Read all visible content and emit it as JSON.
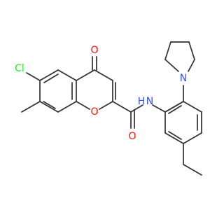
{
  "molecule": {
    "atoms": {
      "chlorine": "Cl",
      "ketone_oxygen": "O",
      "ring_oxygen": "O",
      "amide_oxygen": "O",
      "amide_nitrogen": "N",
      "amide_hydrogen": "H",
      "pyrrolidine_nitrogen": "N"
    },
    "colors": {
      "bond": "#303030",
      "oxygen": "#ff0d0d",
      "nitrogen": "#3050f8",
      "chlorine": "#1ff01f",
      "background": "#ffffff"
    }
  }
}
